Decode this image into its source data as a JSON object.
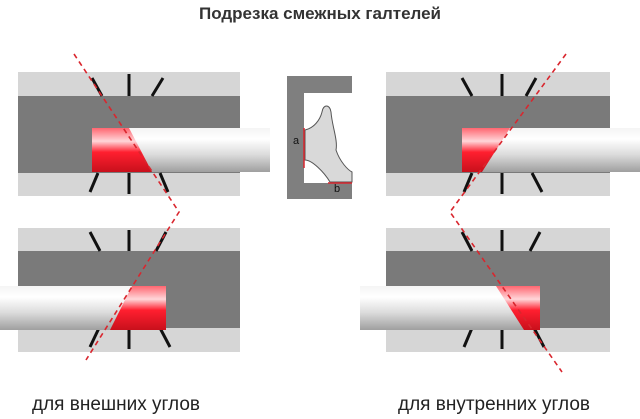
{
  "title": "Подрезка смежных галтелей",
  "captions": {
    "outer": "для внешних углов",
    "inner": "для внутренних углов"
  },
  "profile_labels": {
    "a": "a",
    "b": "b"
  },
  "colors": {
    "box_light": "#d6d6d6",
    "box_dark": "#7a7a7a",
    "cut_red": "#ff1a2a",
    "cut_line": "#d9262e",
    "slot_line": "#111111",
    "molding": "#e2e2e2"
  }
}
